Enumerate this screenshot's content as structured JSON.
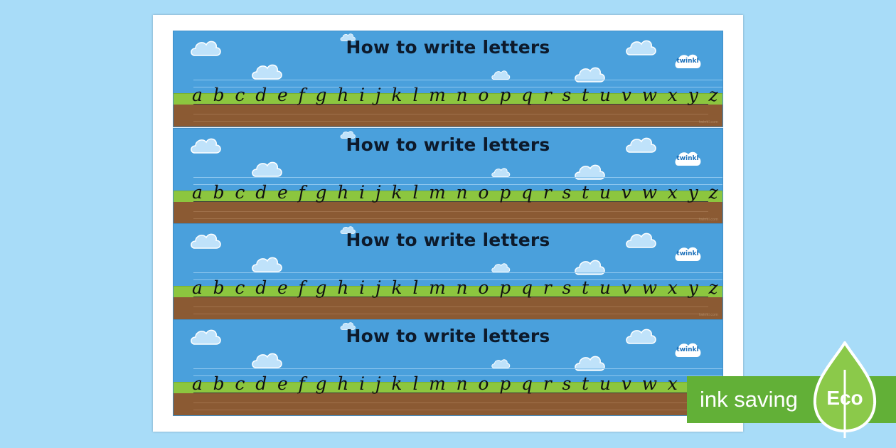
{
  "worksheet": {
    "strips": [
      {
        "title": "How to write letters",
        "logo": "twinkl",
        "credit": "twinkl.com"
      },
      {
        "title": "How to write letters",
        "logo": "twinkl",
        "credit": "twinkl.com"
      },
      {
        "title": "How to write letters",
        "logo": "twinkl",
        "credit": "twinkl.com"
      },
      {
        "title": "How to write letters",
        "logo": "twinkl",
        "credit": "twinkl.com"
      }
    ],
    "letters": [
      "a",
      "b",
      "c",
      "d",
      "e",
      "f",
      "g",
      "h",
      "i",
      "j",
      "k",
      "l",
      "m",
      "n",
      "o",
      "p",
      "q",
      "r",
      "s",
      "t",
      "u",
      "v",
      "w",
      "x",
      "y",
      "z"
    ]
  },
  "eco_badge": {
    "banner_text": "ink saving",
    "leaf_text": "Eco",
    "icon": "leaf-icon"
  },
  "colors": {
    "background": "#a8dcf8",
    "sky": "#4aa0dc",
    "grass": "#8cc63f",
    "dirt": "#8b5a33",
    "eco_green": "#62b037"
  }
}
